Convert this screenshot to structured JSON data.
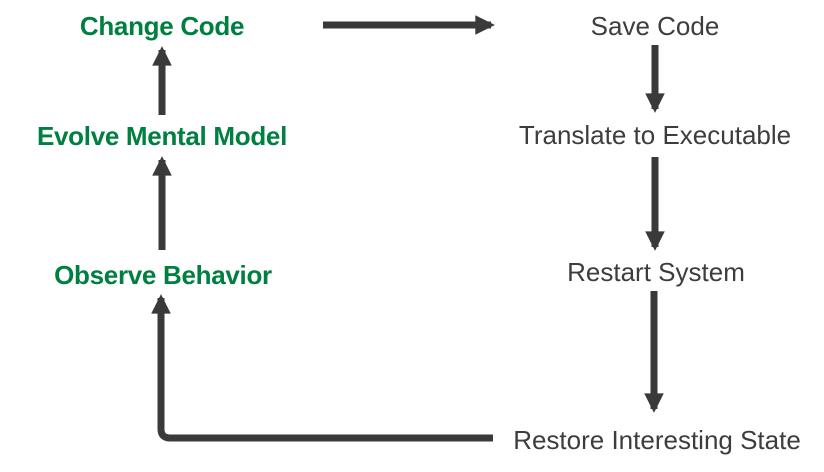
{
  "diagram": {
    "background": "#ffffff",
    "colors": {
      "left_text": "#008040",
      "right_text": "#3d3d3d",
      "arrow": "#3a3a3a"
    },
    "left_column": {
      "nodes": [
        {
          "id": "change-code",
          "label": "Change Code"
        },
        {
          "id": "evolve-mental-model",
          "label": "Evolve Mental Model"
        },
        {
          "id": "observe-behavior",
          "label": "Observe Behavior"
        }
      ]
    },
    "right_column": {
      "nodes": [
        {
          "id": "save-code",
          "label": "Save Code"
        },
        {
          "id": "translate-to-executable",
          "label": "Translate to Executable"
        },
        {
          "id": "restart-system",
          "label": "Restart System"
        },
        {
          "id": "restore-interesting-state",
          "label": "Restore Interesting State"
        }
      ]
    },
    "edges": [
      {
        "from": "change-code",
        "to": "save-code"
      },
      {
        "from": "save-code",
        "to": "translate-to-executable"
      },
      {
        "from": "translate-to-executable",
        "to": "restart-system"
      },
      {
        "from": "restart-system",
        "to": "restore-interesting-state"
      },
      {
        "from": "restore-interesting-state",
        "to": "observe-behavior"
      },
      {
        "from": "observe-behavior",
        "to": "evolve-mental-model"
      },
      {
        "from": "evolve-mental-model",
        "to": "change-code"
      }
    ]
  }
}
